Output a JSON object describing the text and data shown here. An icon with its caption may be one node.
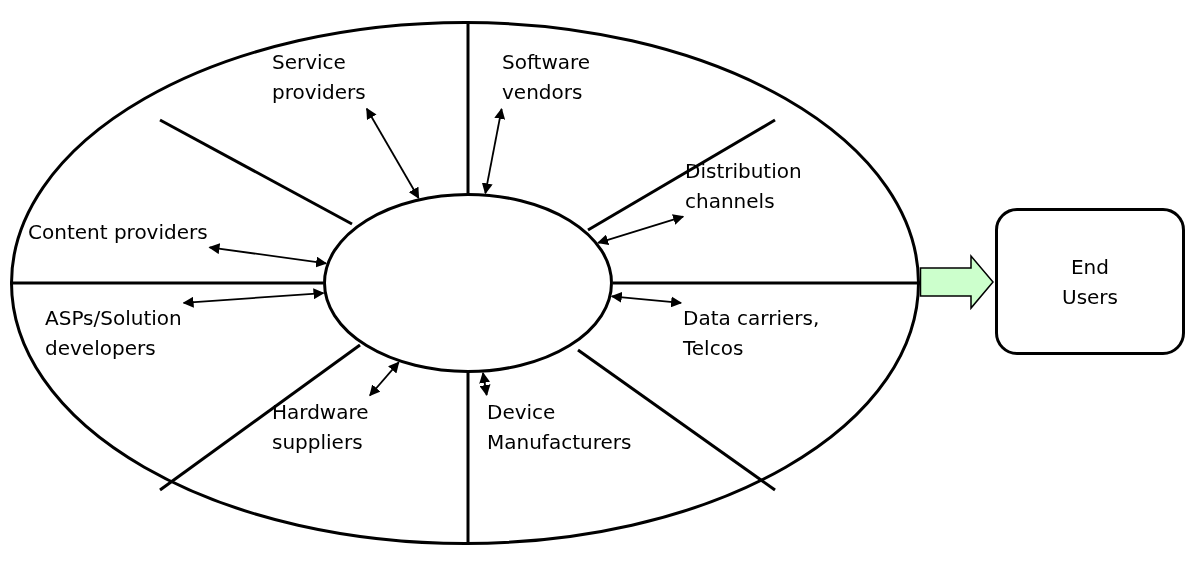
{
  "diagram": {
    "nodes": [
      {
        "text": [],
        "shape": "ellipse"
      },
      {
        "text": [
          "Service providers"
        ],
        "in": 0
      },
      {
        "text": [
          "Software vendors"
        ],
        "in": 0
      },
      {
        "text": [
          "Content providers"
        ],
        "in": 0
      },
      {
        "text": [
          "Distribution channels"
        ],
        "in": 0
      },
      {
        "text": [],
        "shape": "ellipse",
        "in": 0
      },
      {
        "text": [
          "ASPs/Solution developers"
        ],
        "in": 0
      },
      {
        "text": [
          "Data carriers, Telcos"
        ],
        "in": 0
      },
      {
        "text": [
          "Hardware suppliers"
        ],
        "in": 0
      },
      {
        "text": [
          "Device Manufacturers"
        ],
        "in": 0
      },
      {
        "text": [
          "End Users"
        ]
      }
    ],
    "edges": [
      {
        "from": 1,
        "to": 5,
        "arrow": "both"
      },
      {
        "from": 2,
        "to": 5,
        "arrow": "both"
      },
      {
        "from": 3,
        "to": 5,
        "arrow": "both"
      },
      {
        "from": 4,
        "to": 5,
        "arrow": "both"
      },
      {
        "from": 6,
        "to": 5,
        "arrow": "both"
      },
      {
        "from": 7,
        "to": 5,
        "arrow": "both"
      },
      {
        "from": 8,
        "to": 5,
        "arrow": "both"
      },
      {
        "from": 9,
        "to": 5,
        "arrow": "both"
      },
      {
        "from": 0,
        "to": 10,
        "arrow": "to",
        "style": "thick",
        "color": "#ccffcc"
      }
    ]
  }
}
